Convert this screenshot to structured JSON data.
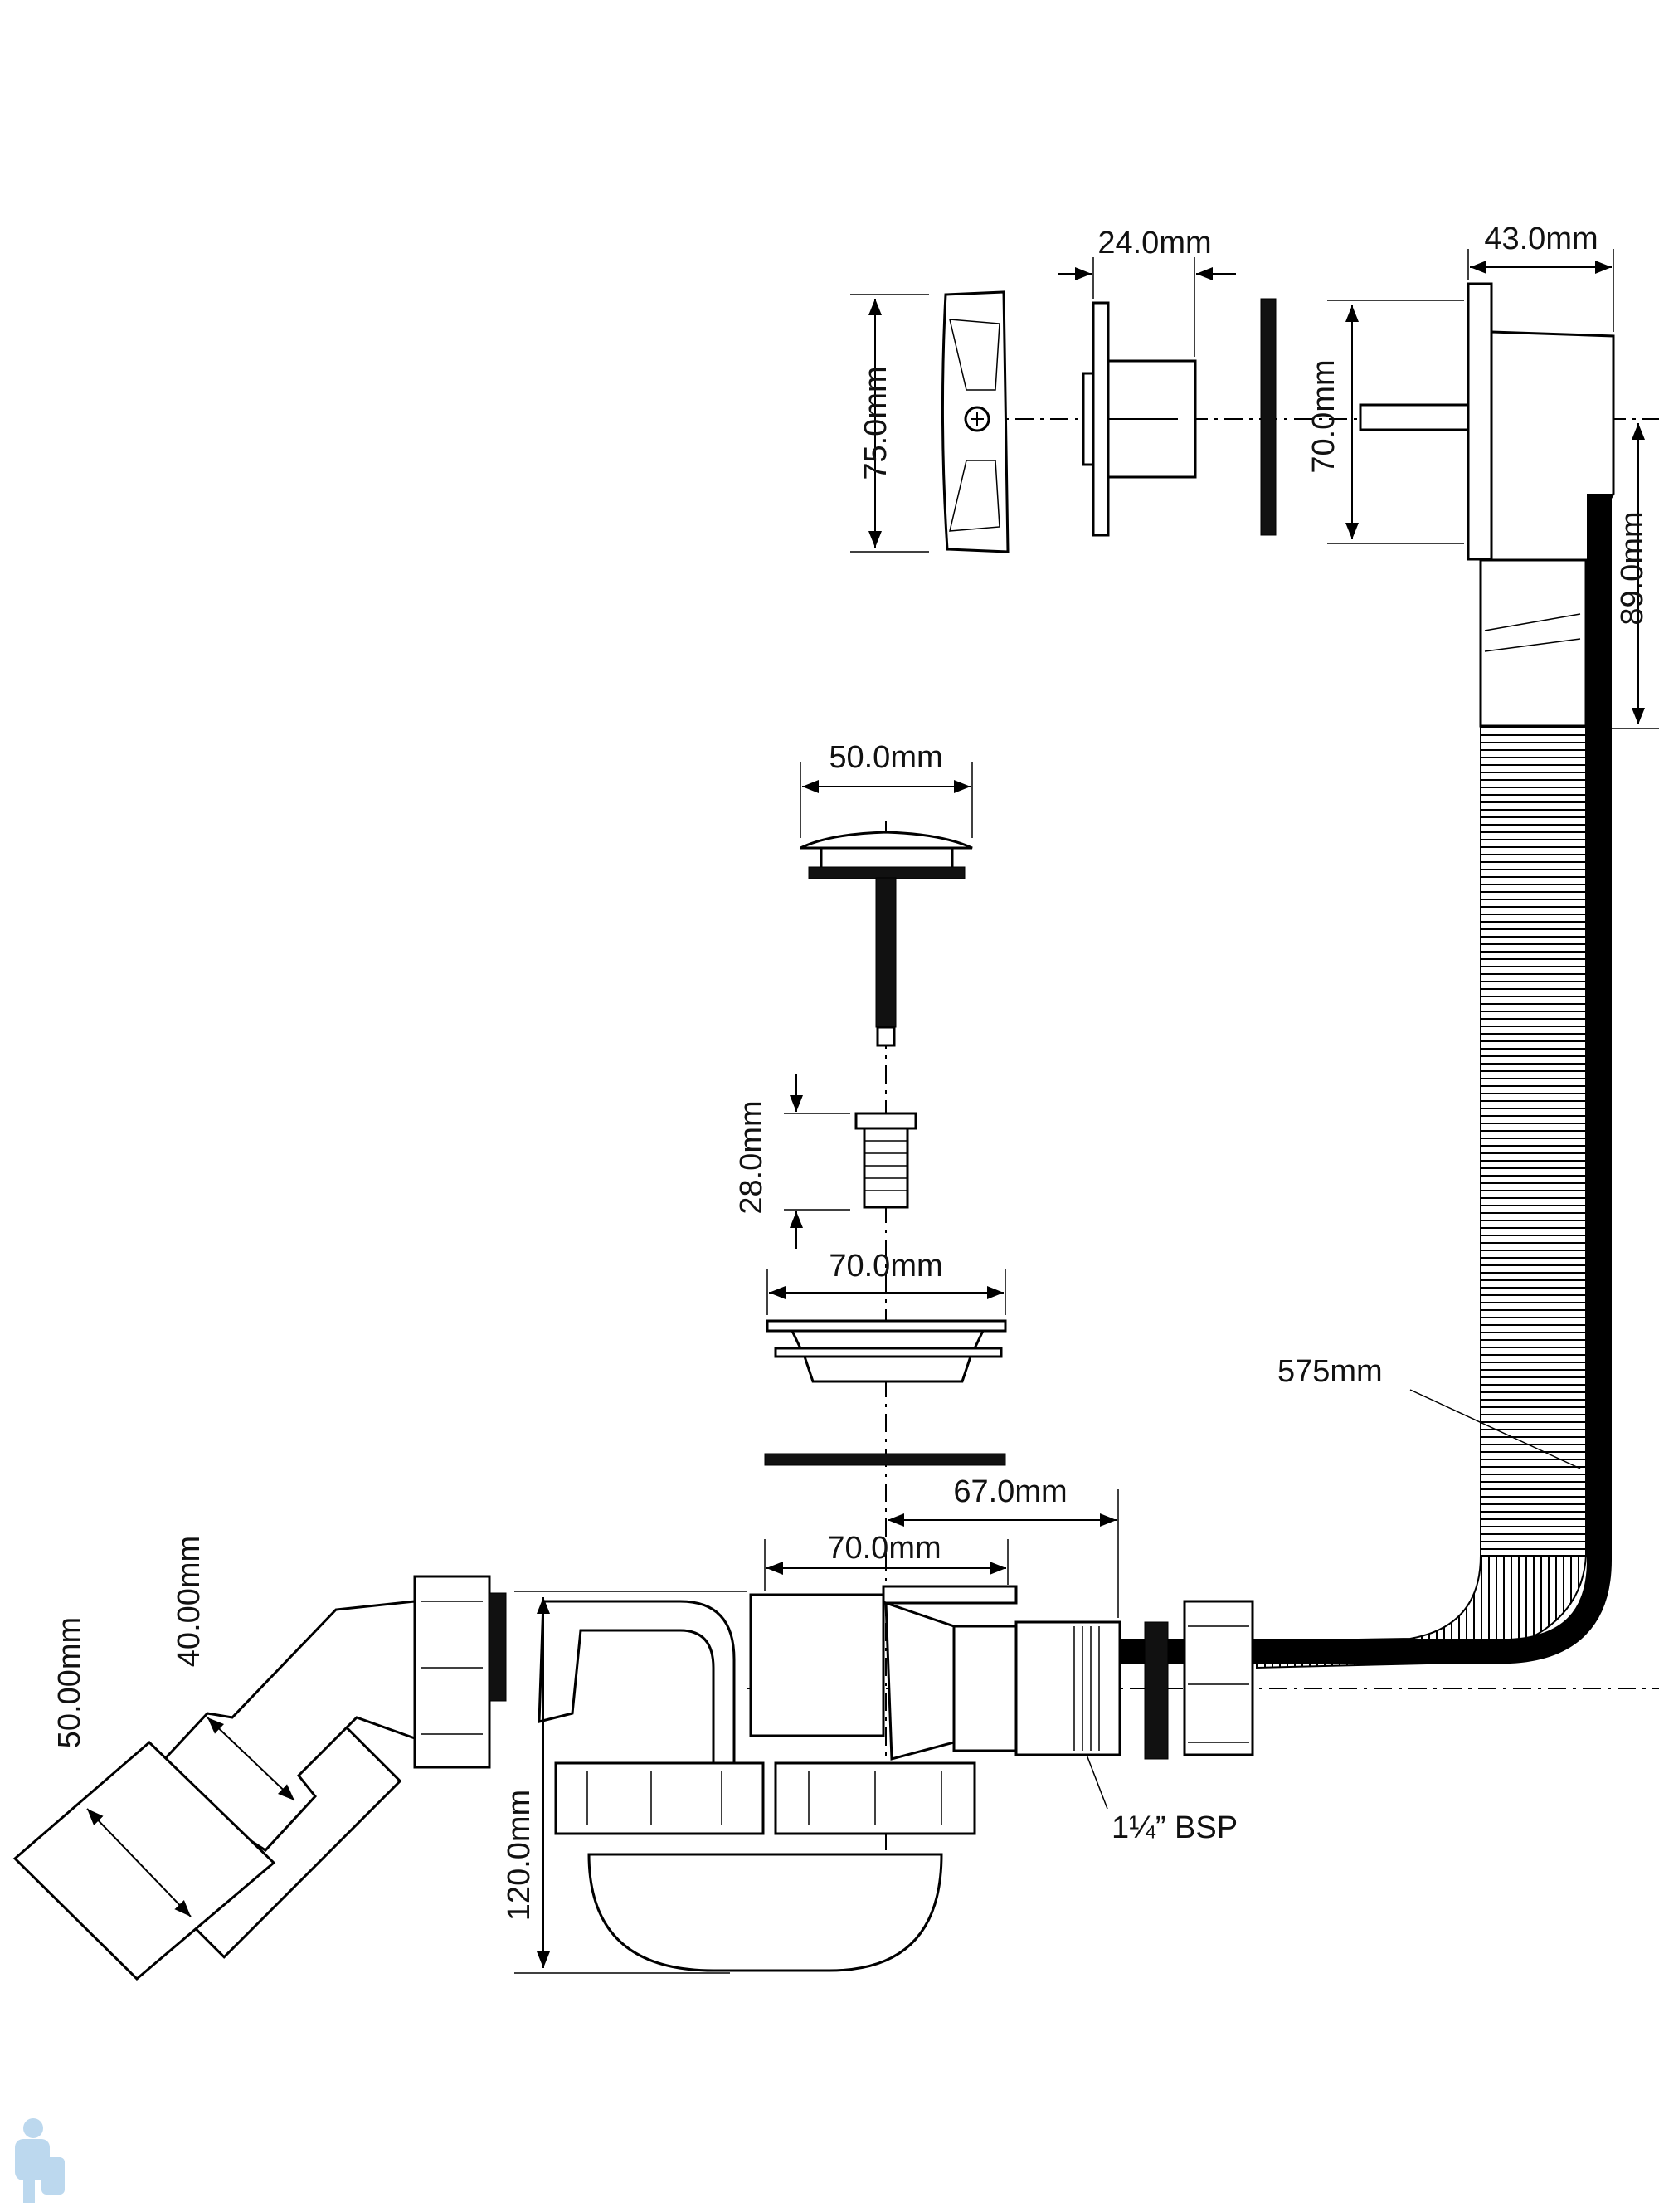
{
  "diagram": {
    "title": "Bath waste and overflow kit with trap",
    "dimensions": {
      "overflow_cover_height": "75.0mm",
      "overflow_spindle_width": "24.0mm",
      "overflow_body_height": "70.0mm",
      "overflow_body_depth": "43.0mm",
      "overflow_offset": "89.0mm",
      "plug_diameter": "50.0mm",
      "strainer_height": "28.0mm",
      "waste_flange_diameter": "70.0mm",
      "hose_length": "575mm",
      "trap_outlet_offset": "67.0mm",
      "trap_body_width": "70.0mm",
      "thread_size": "1¼” BSP",
      "trap_depth": "120.0mm",
      "outlet_large_diameter": "50.00mm",
      "outlet_small_diameter": "40.00mm"
    },
    "colors": {
      "line": "#000000",
      "logo": "#bcd8ee"
    }
  }
}
